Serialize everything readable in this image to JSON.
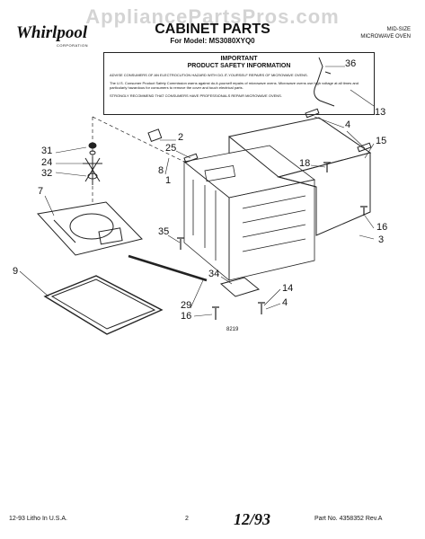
{
  "watermark": "AppliancePartsPros.com",
  "brand": {
    "name": "Whirlpool",
    "sub": "CORPORATION"
  },
  "title": "CABINET PARTS",
  "model": "For Model: MS3080XYQ0",
  "corner": {
    "line1": "MID-SIZE",
    "line2": "MICROWAVE OVEN"
  },
  "notice": {
    "title1": "IMPORTANT",
    "title2": "PRODUCT SAFETY INFORMATION",
    "p1": "ADVISE CONSUMERS OF AN ELECTROCUTION HAZARD WITH DO-IT-YOURSELF REPAIRS OF MICROWAVE OVENS.",
    "p2": "The U.S. Consumer Product Safety Commission warns against do-it-yourself repairs of microwave ovens. Microwave ovens use high voltage at all times and particularly hazardous for consumers to remove the cover and touch electrical parts.",
    "p3": "STRONGLY RECOMMEND THAT CONSUMERS HAVE PROFESSIONALS REPAIR MICROWAVE OVENS."
  },
  "parts": [
    "36",
    "13",
    "2",
    "25",
    "4",
    "15",
    "31",
    "24",
    "32",
    "18",
    "8",
    "1",
    "7",
    "35",
    "16",
    "3",
    "9",
    "34",
    "14",
    "29",
    "16",
    "4"
  ],
  "figure_id": "8219",
  "footer": {
    "left": "12-93 Litho In U.S.A.",
    "page": "2",
    "handwritten": "12/93",
    "right": "Part No. 4358352 Rev.A"
  }
}
